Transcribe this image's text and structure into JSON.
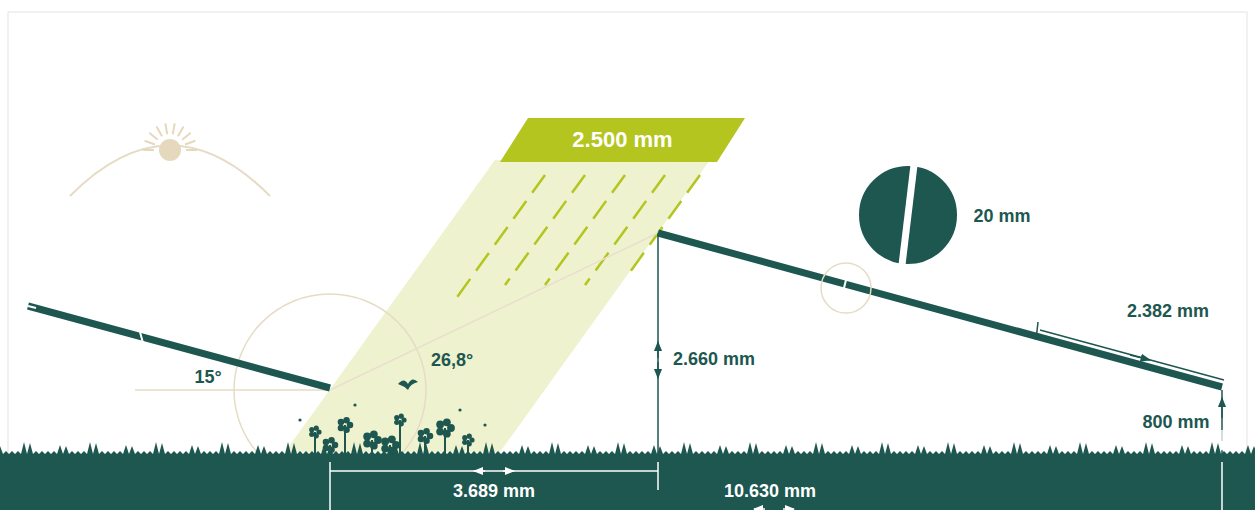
{
  "diagram": {
    "nodes": [
      {
        "text": [
          "2.500 mm"
        ]
      }
    ],
    "labels": [
      "15°",
      "26,8°",
      "2.660 mm",
      "20 mm",
      "2.382 mm",
      "800 mm",
      "3.689 mm",
      "10.630 mm"
    ]
  }
}
